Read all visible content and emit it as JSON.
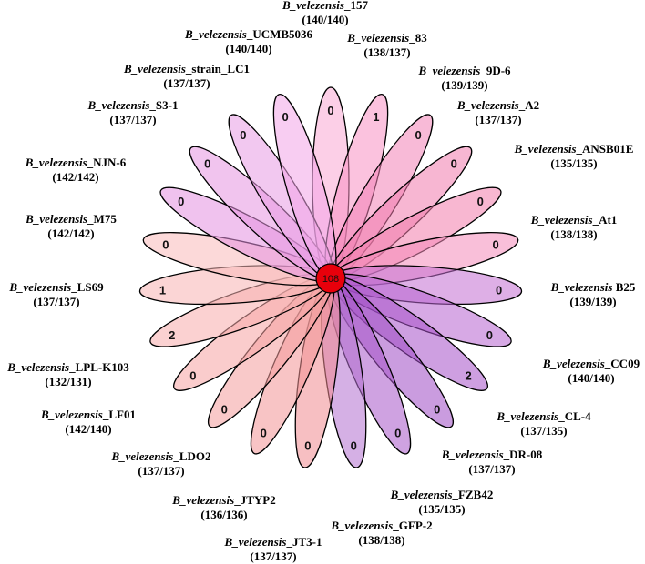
{
  "core": {
    "count": "108",
    "color": "#e8000b"
  },
  "petals": [
    {
      "prefix": "B_velezensis",
      "suffix": "_157",
      "ratio": "(140/140)",
      "unique": "0",
      "color": "#f9a8d4"
    },
    {
      "prefix": "B_velezensis",
      "suffix": "_83",
      "ratio": "(138/137)",
      "unique": "1",
      "color": "#f78fc3"
    },
    {
      "prefix": "B_velezensis",
      "suffix": "_9D-6",
      "ratio": "(139/139)",
      "unique": "0",
      "color": "#f381b6"
    },
    {
      "prefix": "B_velezensis",
      "suffix": "_A2",
      "ratio": "(137/137)",
      "unique": "0",
      "color": "#f07aad"
    },
    {
      "prefix": "B_velezensis",
      "suffix": "_ANSB01E",
      "ratio": "(135/135)",
      "unique": "0",
      "color": "#f27bac"
    },
    {
      "prefix": "B_velezensis",
      "suffix": "_At1",
      "ratio": "(138/138)",
      "unique": "0",
      "color": "#f48ab9"
    },
    {
      "prefix": "B_velezensis",
      "suffix": " B25",
      "ratio": "(139/139)",
      "unique": "0",
      "color": "#c36ed1"
    },
    {
      "prefix": "B_velezensis",
      "suffix": "_CC09",
      "ratio": "(140/140)",
      "unique": "0",
      "color": "#b662d0"
    },
    {
      "prefix": "B_velezensis",
      "suffix": "_CL-4",
      "ratio": "(137/135)",
      "unique": "2",
      "color": "#a650c8"
    },
    {
      "prefix": "B_velezensis",
      "suffix": "_DR-08",
      "ratio": "(137/137)",
      "unique": "0",
      "color": "#9f4ac5"
    },
    {
      "prefix": "B_velezensis",
      "suffix": "_FZB42",
      "ratio": "(135/135)",
      "unique": "0",
      "color": "#a756c9"
    },
    {
      "prefix": "B_velezensis",
      "suffix": "_GFP-2",
      "ratio": "(138/138)",
      "unique": "0",
      "color": "#b370cf"
    },
    {
      "prefix": "B_velezensis",
      "suffix": "_JT3-1",
      "ratio": "(137/137)",
      "unique": "0",
      "color": "#f08a8f"
    },
    {
      "prefix": "B_velezensis",
      "suffix": "_JTYP2",
      "ratio": "(136/136)",
      "unique": "0",
      "color": "#f29495"
    },
    {
      "prefix": "B_velezensis",
      "suffix": "_LDO2",
      "ratio": "(137/137)",
      "unique": "0",
      "color": "#f49c9c"
    },
    {
      "prefix": "B_velezensis",
      "suffix": "_LF01",
      "ratio": "(142/140)",
      "unique": "0",
      "color": "#f6a3a3"
    },
    {
      "prefix": "B_velezensis",
      "suffix": "_LPL-K103",
      "ratio": "(132/131)",
      "unique": "2",
      "color": "#f7abab"
    },
    {
      "prefix": "B_velezensis",
      "suffix": "_LS69",
      "ratio": "(137/137)",
      "unique": "1",
      "color": "#f8b2b2"
    },
    {
      "prefix": "B_velezensis",
      "suffix": "_M75",
      "ratio": "(142/142)",
      "unique": "0",
      "color": "#f9baba"
    },
    {
      "prefix": "B_velezensis",
      "suffix": "_NJN-6",
      "ratio": "(142/142)",
      "unique": "0",
      "color": "#e48fe0"
    },
    {
      "prefix": "B_velezensis",
      "suffix": "_S3-1",
      "ratio": "(137/137)",
      "unique": "0",
      "color": "#e693e0"
    },
    {
      "prefix": "B_velezensis",
      "suffix": "_strain_LC1",
      "ratio": "(137/137)",
      "unique": "0",
      "color": "#e89ae3"
    },
    {
      "prefix": "B_velezensis",
      "suffix": "_UCMB5036",
      "ratio": "(140/140)",
      "unique": "0",
      "color": "#f3a4e8"
    }
  ]
}
